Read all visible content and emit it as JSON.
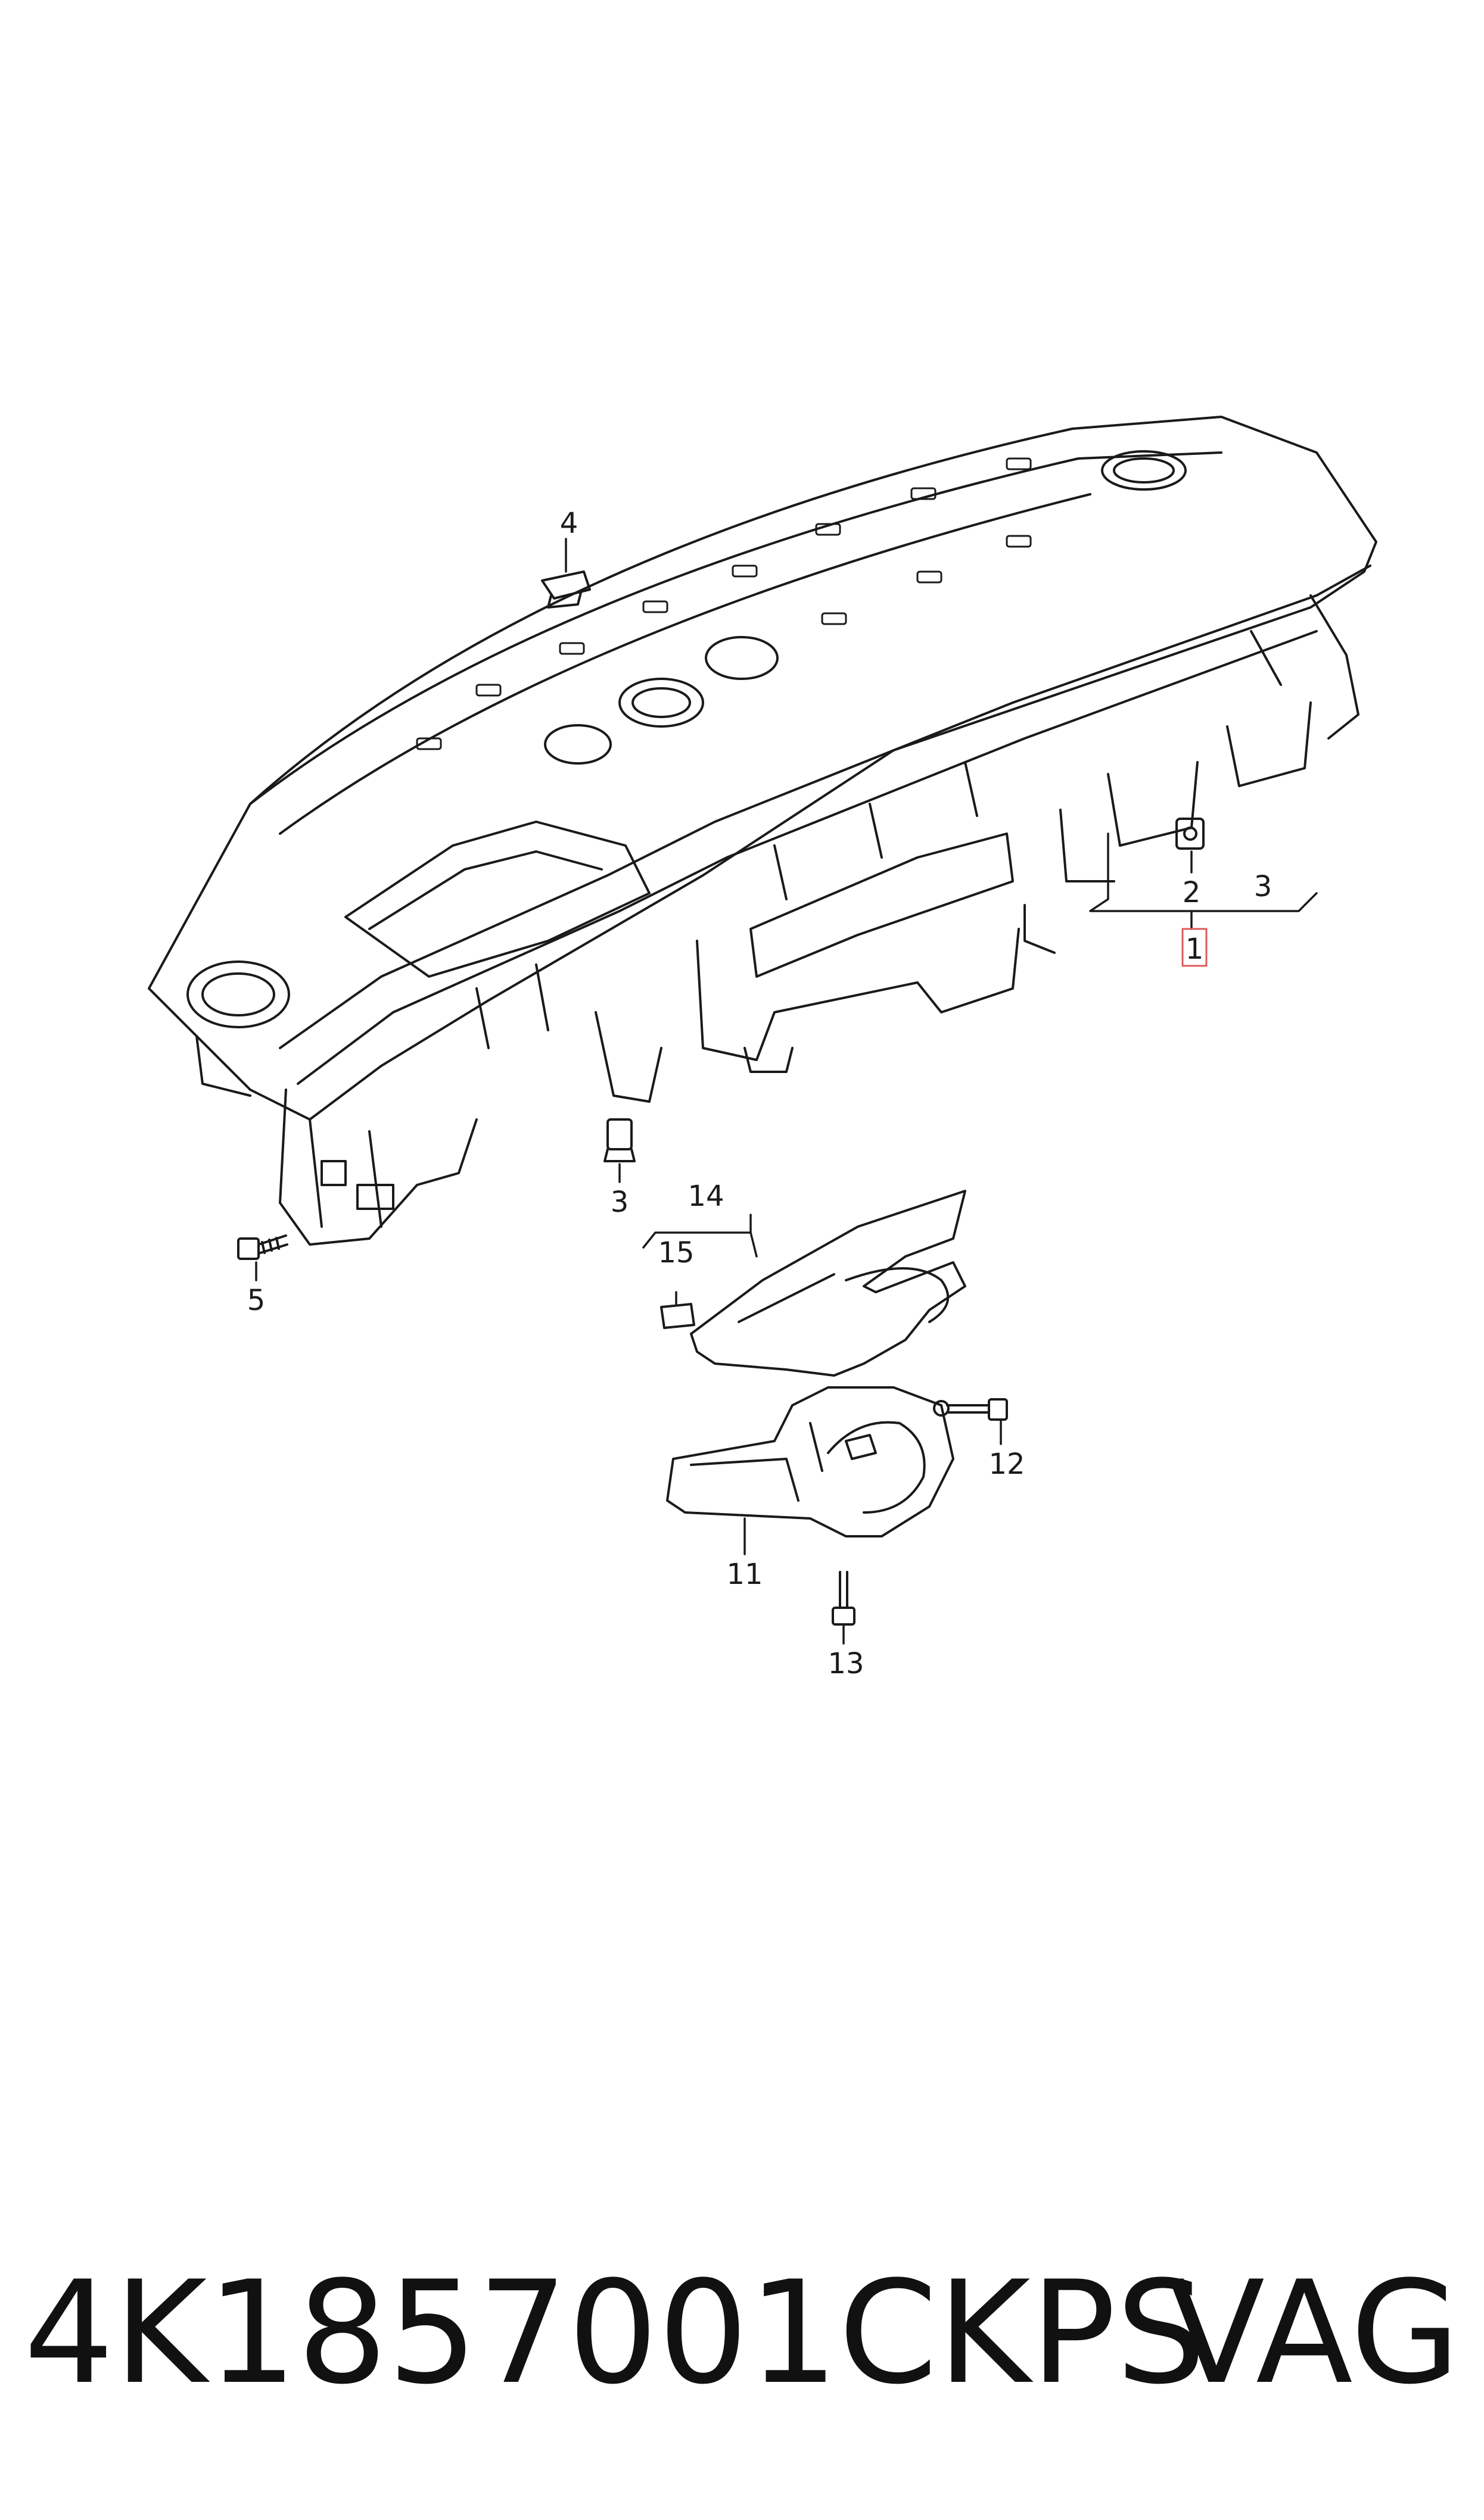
{
  "diagram": {
    "callouts": [
      "1",
      "2",
      "3",
      "3",
      "4",
      "5",
      "11",
      "12",
      "13",
      "14",
      "15"
    ],
    "highlight_color": "#e05a5a",
    "line_color": "#1a1a1a"
  },
  "footer": {
    "part_number": "4K1857001CKPS",
    "brand": "VAG"
  }
}
